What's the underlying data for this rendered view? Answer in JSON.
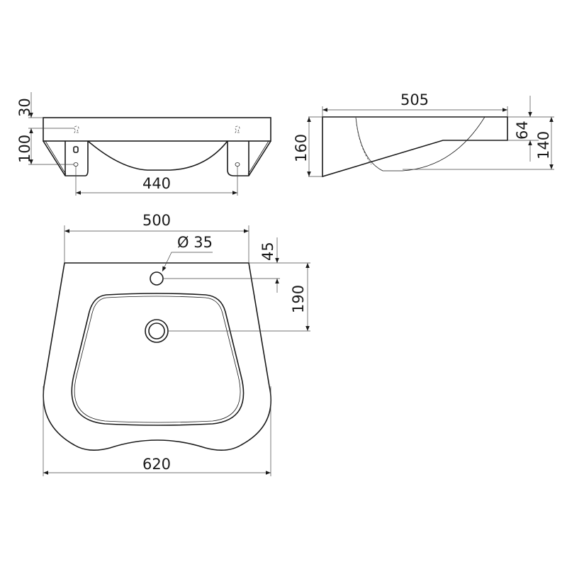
{
  "drawing": {
    "subject": "Washbasin technical drawing",
    "colors": {
      "line": "#1a1a1a",
      "background": "#ffffff"
    }
  },
  "front_view": {
    "dims": {
      "top_rim_height": "30",
      "bracket_height": "100",
      "bracket_spacing": "440"
    }
  },
  "side_view": {
    "dims": {
      "depth": "505",
      "total_height": "160",
      "rim_height": "64",
      "bowl_height": "140"
    }
  },
  "top_view": {
    "dims": {
      "back_width": "500",
      "tap_hole_diameter": "Ø 35",
      "tap_hole_offset": "45",
      "drain_offset": "190",
      "front_width": "620"
    }
  }
}
